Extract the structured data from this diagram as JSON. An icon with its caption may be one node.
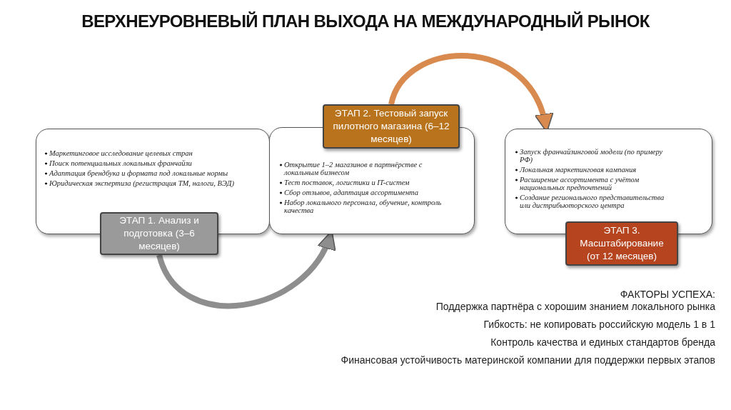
{
  "diagram": {
    "title": "ВЕРХНЕУРОВНЕВЫЙ ПЛАН ВЫХОДА НА МЕЖДУНАРОДНЫЙ РЫНОК",
    "nodes": [
      {
        "text": [
          "Маркетинговое исследование целевых стран",
          "Поиск потенциальных локальных франчайзи",
          "Адаптация брендбука и формата под локальные нормы",
          "Юридическая экспертиза (регистрация ТМ, налоги, ВЭД)"
        ]
      },
      {
        "text": [
          "ЭТАП 1. Анализ и подготовка (3–6 месяцев)"
        ]
      },
      {
        "text": [
          "ЭТАП 2. Тестовый запуск пилотного магазина (6–12 месяцев)"
        ]
      },
      {
        "text": [
          "Открытие 1–2 магазинов в партнёрстве с локальным бизнесом",
          "Тест поставок, логистики и IT-систем",
          "Сбор отзывов, адаптация ассортимента",
          "Набор локального персонала, обучение, контроль качества"
        ]
      },
      {
        "text": [
          "Запуск франчайзинговой модели (по примеру РФ)",
          "Локальная маркетинговая кампания",
          "Расширение ассортимента с учётом национальных предпочтений",
          "Создание регионального представительства или дистрибьюторского центра"
        ]
      },
      {
        "text": [
          "ЭТАП 3. Масштабирование (от 12 месяцев)"
        ]
      }
    ],
    "edges": [
      {
        "from": 1,
        "to": 3,
        "arrow": "to"
      },
      {
        "from": 2,
        "to": 4,
        "arrow": "to",
        "color": "#d98a4e"
      }
    ],
    "labels": [
      "ФАКТОРЫ УСПЕХА:",
      "Поддержка партнёра с хорошим знанием локального рынка",
      "Гибкость: не копировать российскую модель 1 в 1",
      "Контроль качества и единых стандартов бренда",
      "Финансовая устойчивость материнской компании для поддержки первых этапов"
    ]
  }
}
